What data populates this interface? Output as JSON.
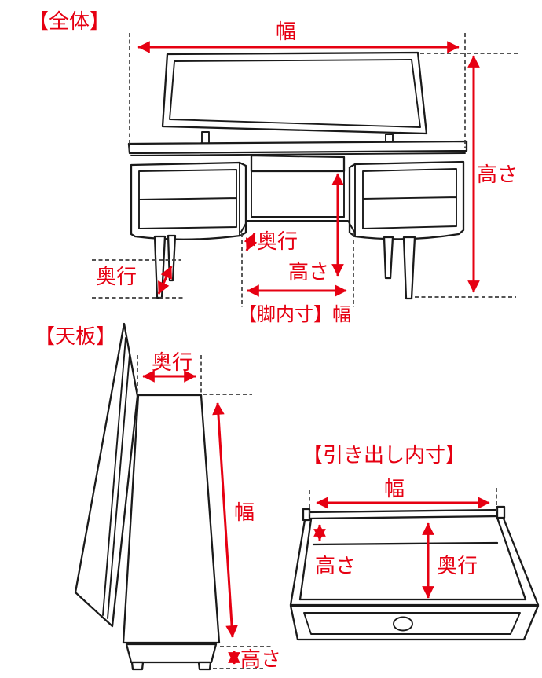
{
  "colors": {
    "annotation_red": "#e60012",
    "line_art": "#1a1a1a",
    "guide_dash": "#3d3d3d",
    "background": "#ffffff"
  },
  "overall": {
    "title": "【全体】",
    "width_label": "幅",
    "height_label": "高さ",
    "depth_left_label": "奥行",
    "depth_center_label": "奥行",
    "knee_height_label": "高さ",
    "knee_width_label": "【脚内寸】幅"
  },
  "top_board": {
    "title": "【天板】",
    "depth_label": "奥行",
    "width_label": "幅",
    "height_label": "高さ"
  },
  "drawer_inner": {
    "title": "【引き出し内寸】",
    "width_label": "幅",
    "height_label": "高さ",
    "depth_label": "奥行"
  }
}
